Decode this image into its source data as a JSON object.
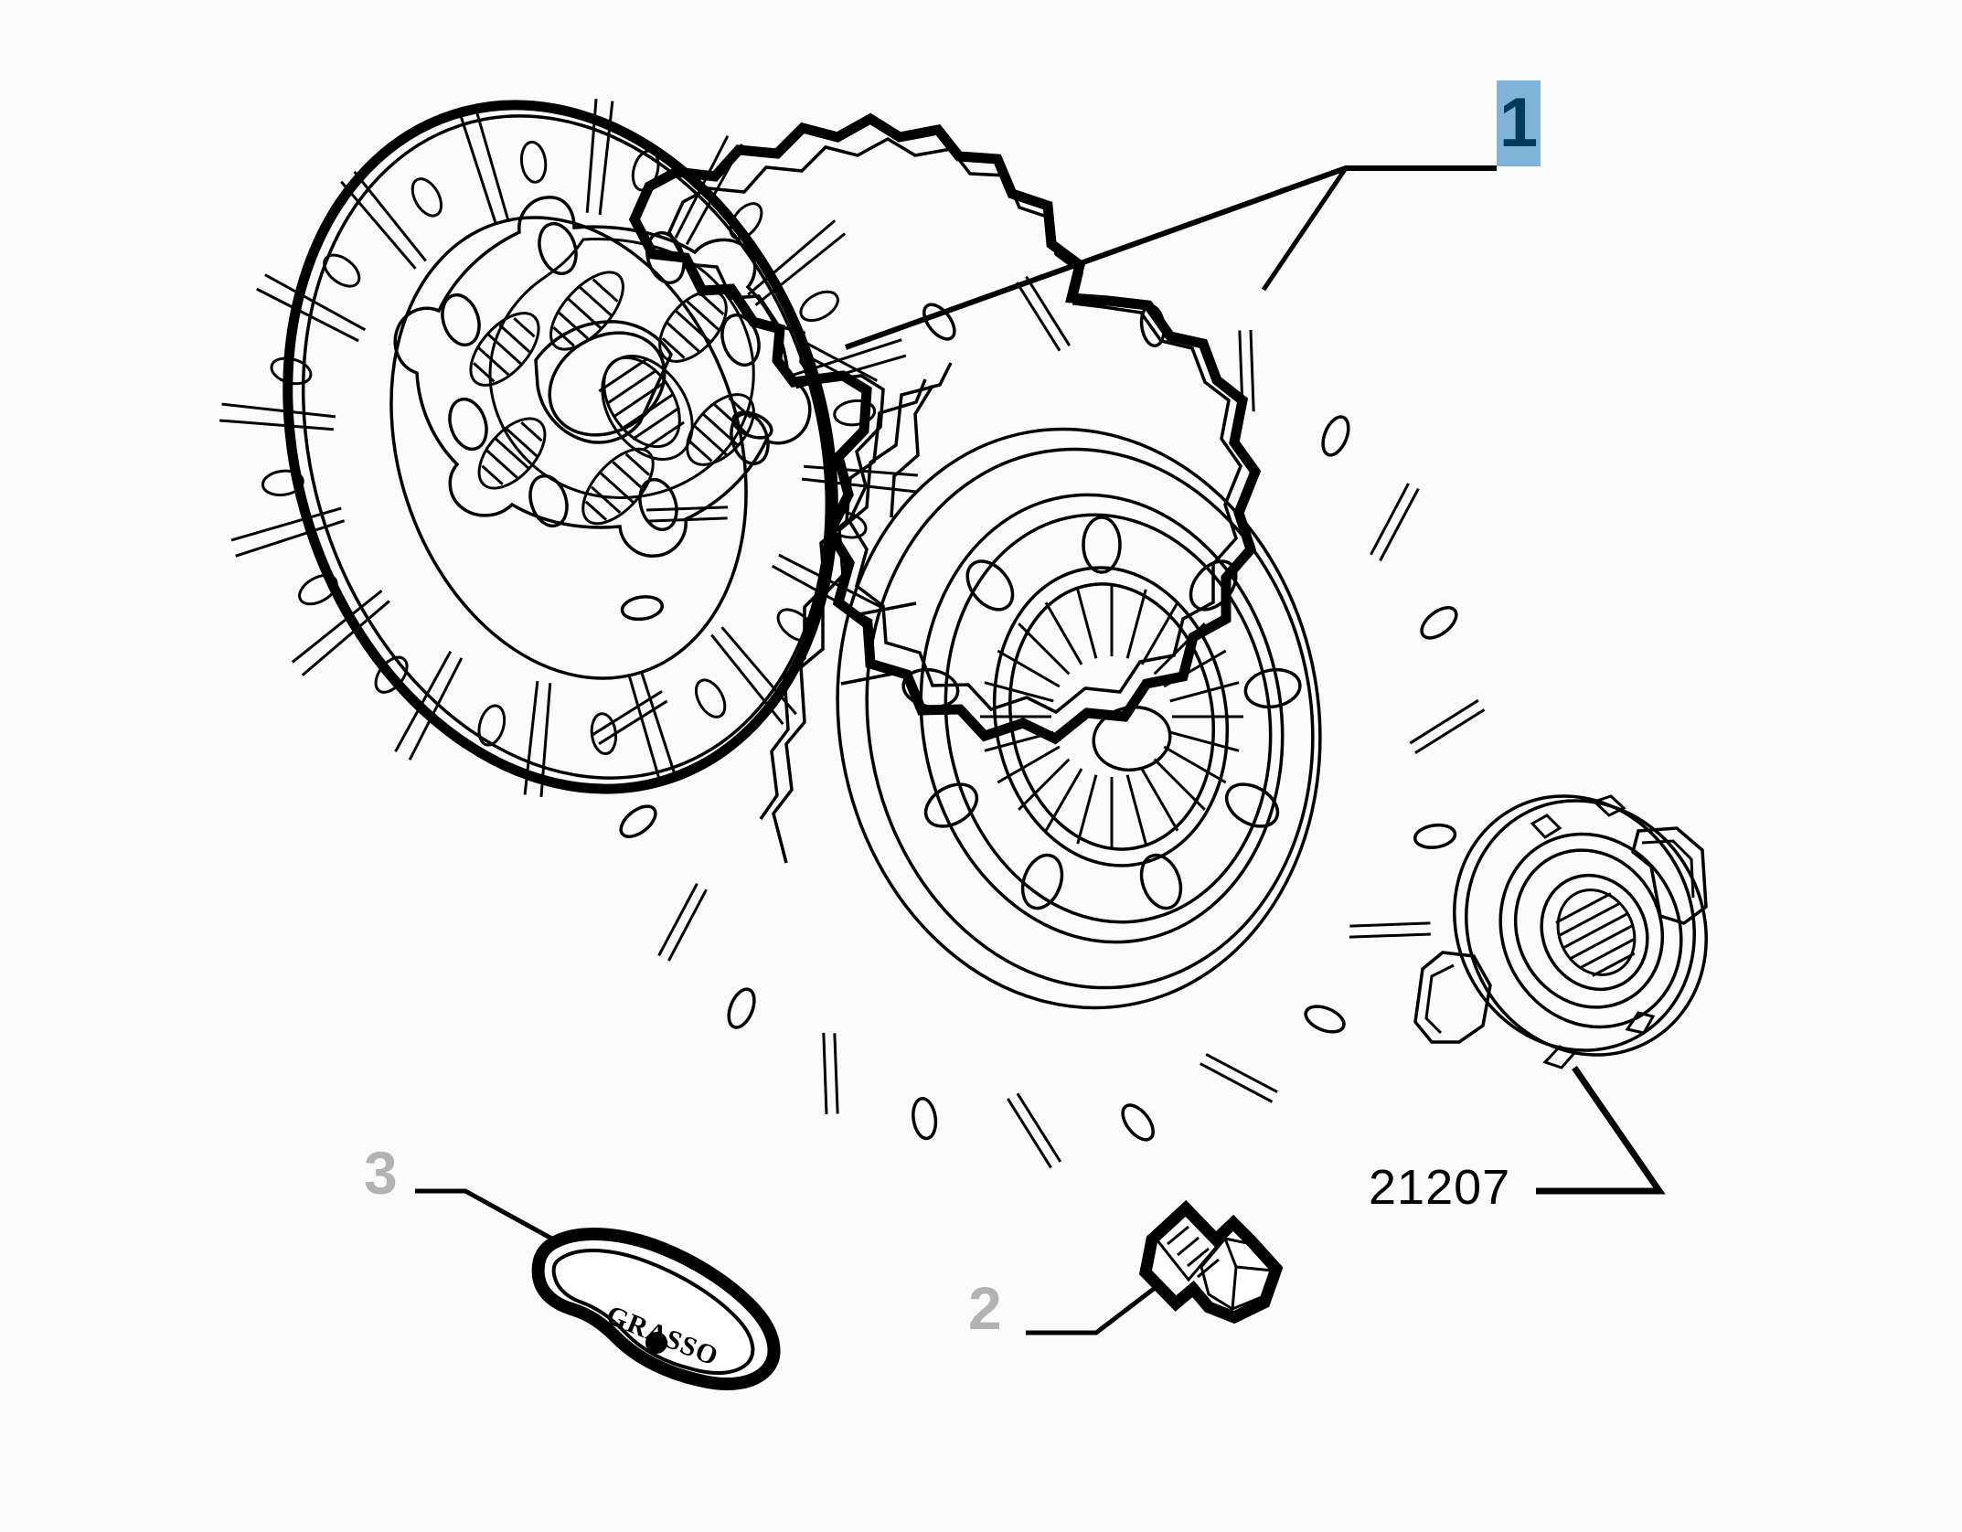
{
  "diagram": {
    "type": "exploded-parts-diagram",
    "subject": "clutch-kit",
    "background_color": "#fbfbfb",
    "line_color": "#000000",
    "highlight_color": "#7fb3d8",
    "highlight_text_color": "#003a5c",
    "dimmed_label_color": "#b3b3b3"
  },
  "callouts": [
    {
      "id": "1",
      "label": "1",
      "style": "highlighted",
      "targets": [
        "clutch-disc",
        "pressure-plate"
      ]
    },
    {
      "id": "2",
      "label": "2",
      "style": "dimmed",
      "targets": [
        "bolt"
      ]
    },
    {
      "id": "3",
      "label": "3",
      "style": "dimmed",
      "targets": [
        "grease-packet"
      ]
    },
    {
      "id": "21207",
      "label": "21207",
      "style": "plain",
      "targets": [
        "release-bearing"
      ]
    }
  ],
  "parts": {
    "clutch_disc": {
      "name": "clutch-disc",
      "segments": 16,
      "rivet_holes": 16
    },
    "pressure_plate": {
      "name": "pressure-plate",
      "cover_bolt_holes": 12,
      "diaphragm_fingers": 24,
      "inner_ring_holes": 9
    },
    "release_bearing": {
      "name": "release-bearing",
      "part_number": "21207"
    },
    "bolt": {
      "name": "bolt",
      "head": "hex"
    },
    "grease_packet": {
      "name": "grease-packet",
      "printed_text": "GRASSO"
    }
  }
}
